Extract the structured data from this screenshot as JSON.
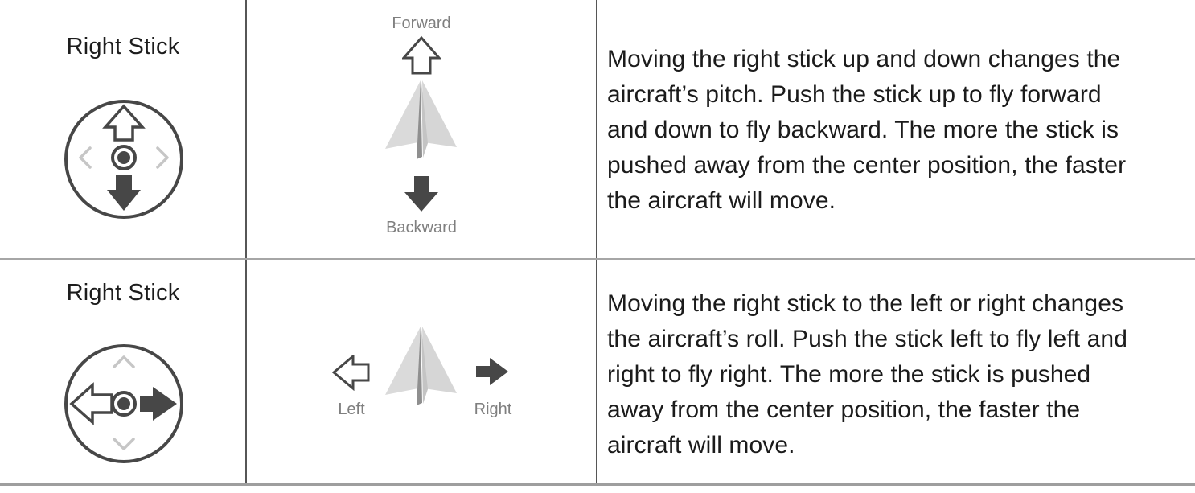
{
  "rows": [
    {
      "stick_label": "Right Stick",
      "diagram_labels": {
        "top": "Forward",
        "bottom": "Backward"
      },
      "description": "Moving the right stick up and down changes the\naircraft’s pitch. Push the stick up to fly forward\nand down to fly backward. The more the stick is\npushed away from the center position, the faster\nthe aircraft will move."
    },
    {
      "stick_label": "Right Stick",
      "diagram_labels": {
        "left": "Left",
        "right": "Right"
      },
      "description": "Moving the right stick to the left or right changes\nthe aircraft’s roll. Push the stick left to fly left and\nright to fly right. The more the stick is pushed\naway from the center position, the faster the\naircraft will move."
    }
  ],
  "colors": {
    "arrow_dark": "#474747",
    "chevron_gray": "#c6c6c6",
    "plane_wing": "#d9d9d9",
    "plane_fold": "#8f8f8f",
    "divider_vertical": "#565656",
    "divider_horizontal": "#a6a6a6"
  }
}
